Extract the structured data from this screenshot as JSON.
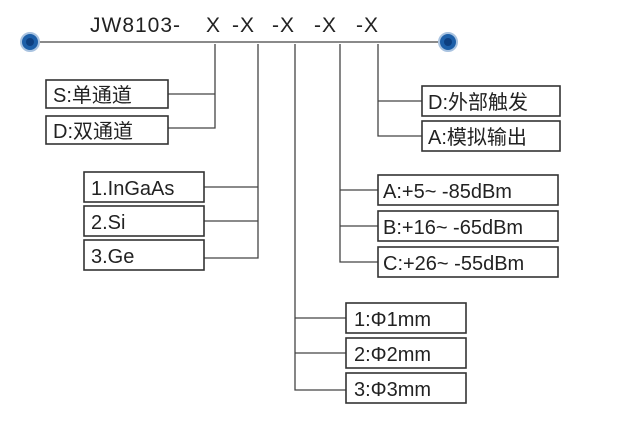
{
  "model_code": {
    "prefix": "JW8103-",
    "segments": [
      "X",
      "-X",
      "-X",
      "-X",
      "-X"
    ]
  },
  "channel_options": [
    "S:单通道",
    "D:双通道"
  ],
  "detector_options": [
    "1.InGaAs",
    "2.Si",
    "3.Ge"
  ],
  "fiber_options": [
    "1:Φ1mm",
    "2:Φ2mm",
    "3:Φ3mm"
  ],
  "range_options": [
    "A:+5~ -85dBm",
    "B:+16~ -65dBm",
    "C:+26~ -55dBm"
  ],
  "output_options": [
    "D:外部触发",
    "A:模拟输出"
  ],
  "colors": {
    "endpoint": "#1d5fa8",
    "line": "#444444",
    "box_border": "#333333"
  }
}
